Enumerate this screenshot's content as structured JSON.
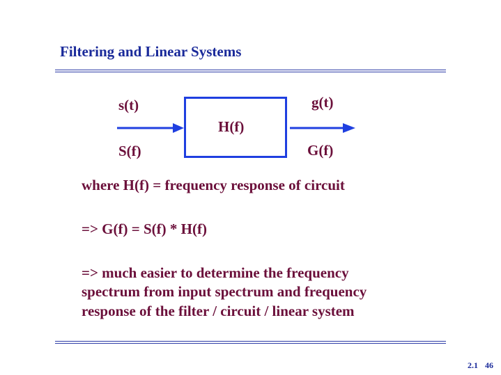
{
  "slide": {
    "title": "Filtering and Linear Systems",
    "diagram": {
      "input_time": "s(t)",
      "input_freq": "S(f)",
      "system": "H(f)",
      "output_time": "g(t)",
      "output_freq": "G(f)"
    },
    "lines": {
      "where": "where  H(f) = frequency response of circuit",
      "result": "=>  G(f) = S(f) * H(f)",
      "conclusion_1": "=> much easier to determine the frequency",
      "conclusion_2": "spectrum from input spectrum and frequency",
      "conclusion_3": "response of the filter / circuit / linear system"
    },
    "footer": {
      "section": "2.1",
      "page": "46"
    }
  },
  "colors": {
    "title": "#1a2a9a",
    "text": "#6b0f3a",
    "diagram": "#1f3fe0",
    "rule": "#2b3aa6"
  }
}
